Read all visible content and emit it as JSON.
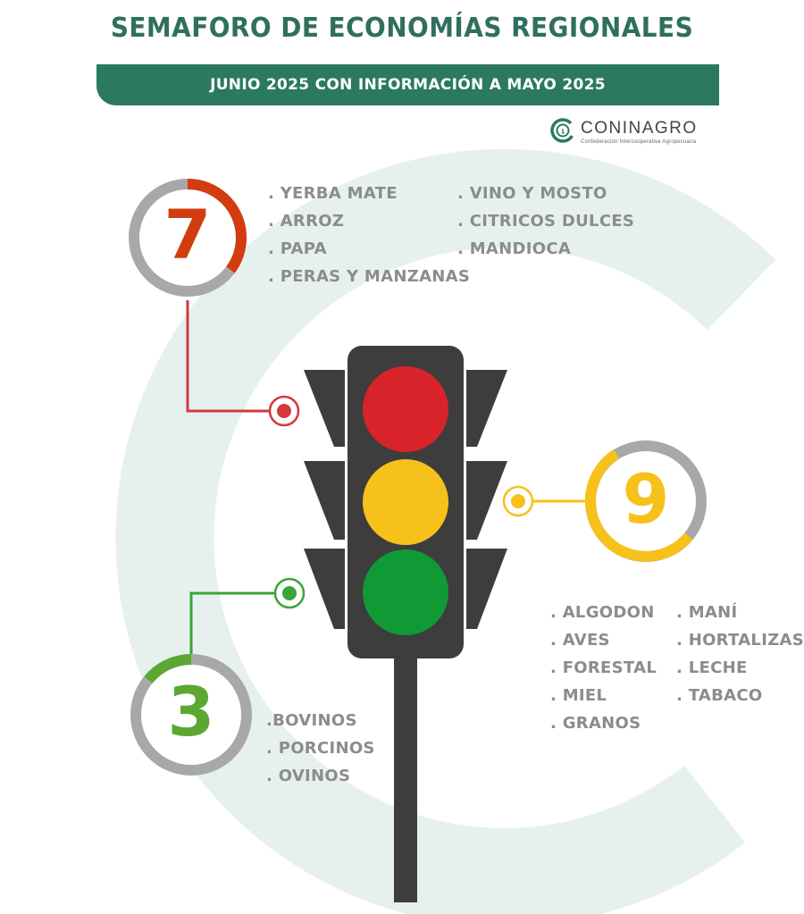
{
  "header": {
    "title": "SEMAFORO DE ECONOMÍAS REGIONALES",
    "subtitle": "JUNIO 2025 CON INFORMACIÓN A  MAYO 2025"
  },
  "logo": {
    "name": "CONINAGRO",
    "tagline": "Confederación Intercooperativa Agropecuaria"
  },
  "colors": {
    "red": "#d23c0e",
    "yellow": "#f7c11c",
    "green": "#5aa832",
    "gray_ring": "#a8a8a8",
    "brand": "#2b7a5f"
  },
  "red_group": {
    "count": "7",
    "column_1": [
      ". YERBA MATE",
      ". ARROZ",
      ". PAPA",
      ". PERAS Y MANZANAS"
    ],
    "column_2": [
      ". VINO Y MOSTO",
      ". CITRICOS DULCES",
      ". MANDIOCA"
    ]
  },
  "yellow_group": {
    "count": "9",
    "column_1": [
      ". ALGODON",
      ". AVES",
      ". FORESTAL",
      ". MIEL",
      ". GRANOS"
    ],
    "column_2": [
      ". MANÍ",
      ". HORTALIZAS",
      ". LECHE",
      ". TABACO"
    ]
  },
  "green_group": {
    "count": "3",
    "column_1": [
      ".BOVINOS",
      ". PORCINOS",
      ". OVINOS"
    ]
  }
}
